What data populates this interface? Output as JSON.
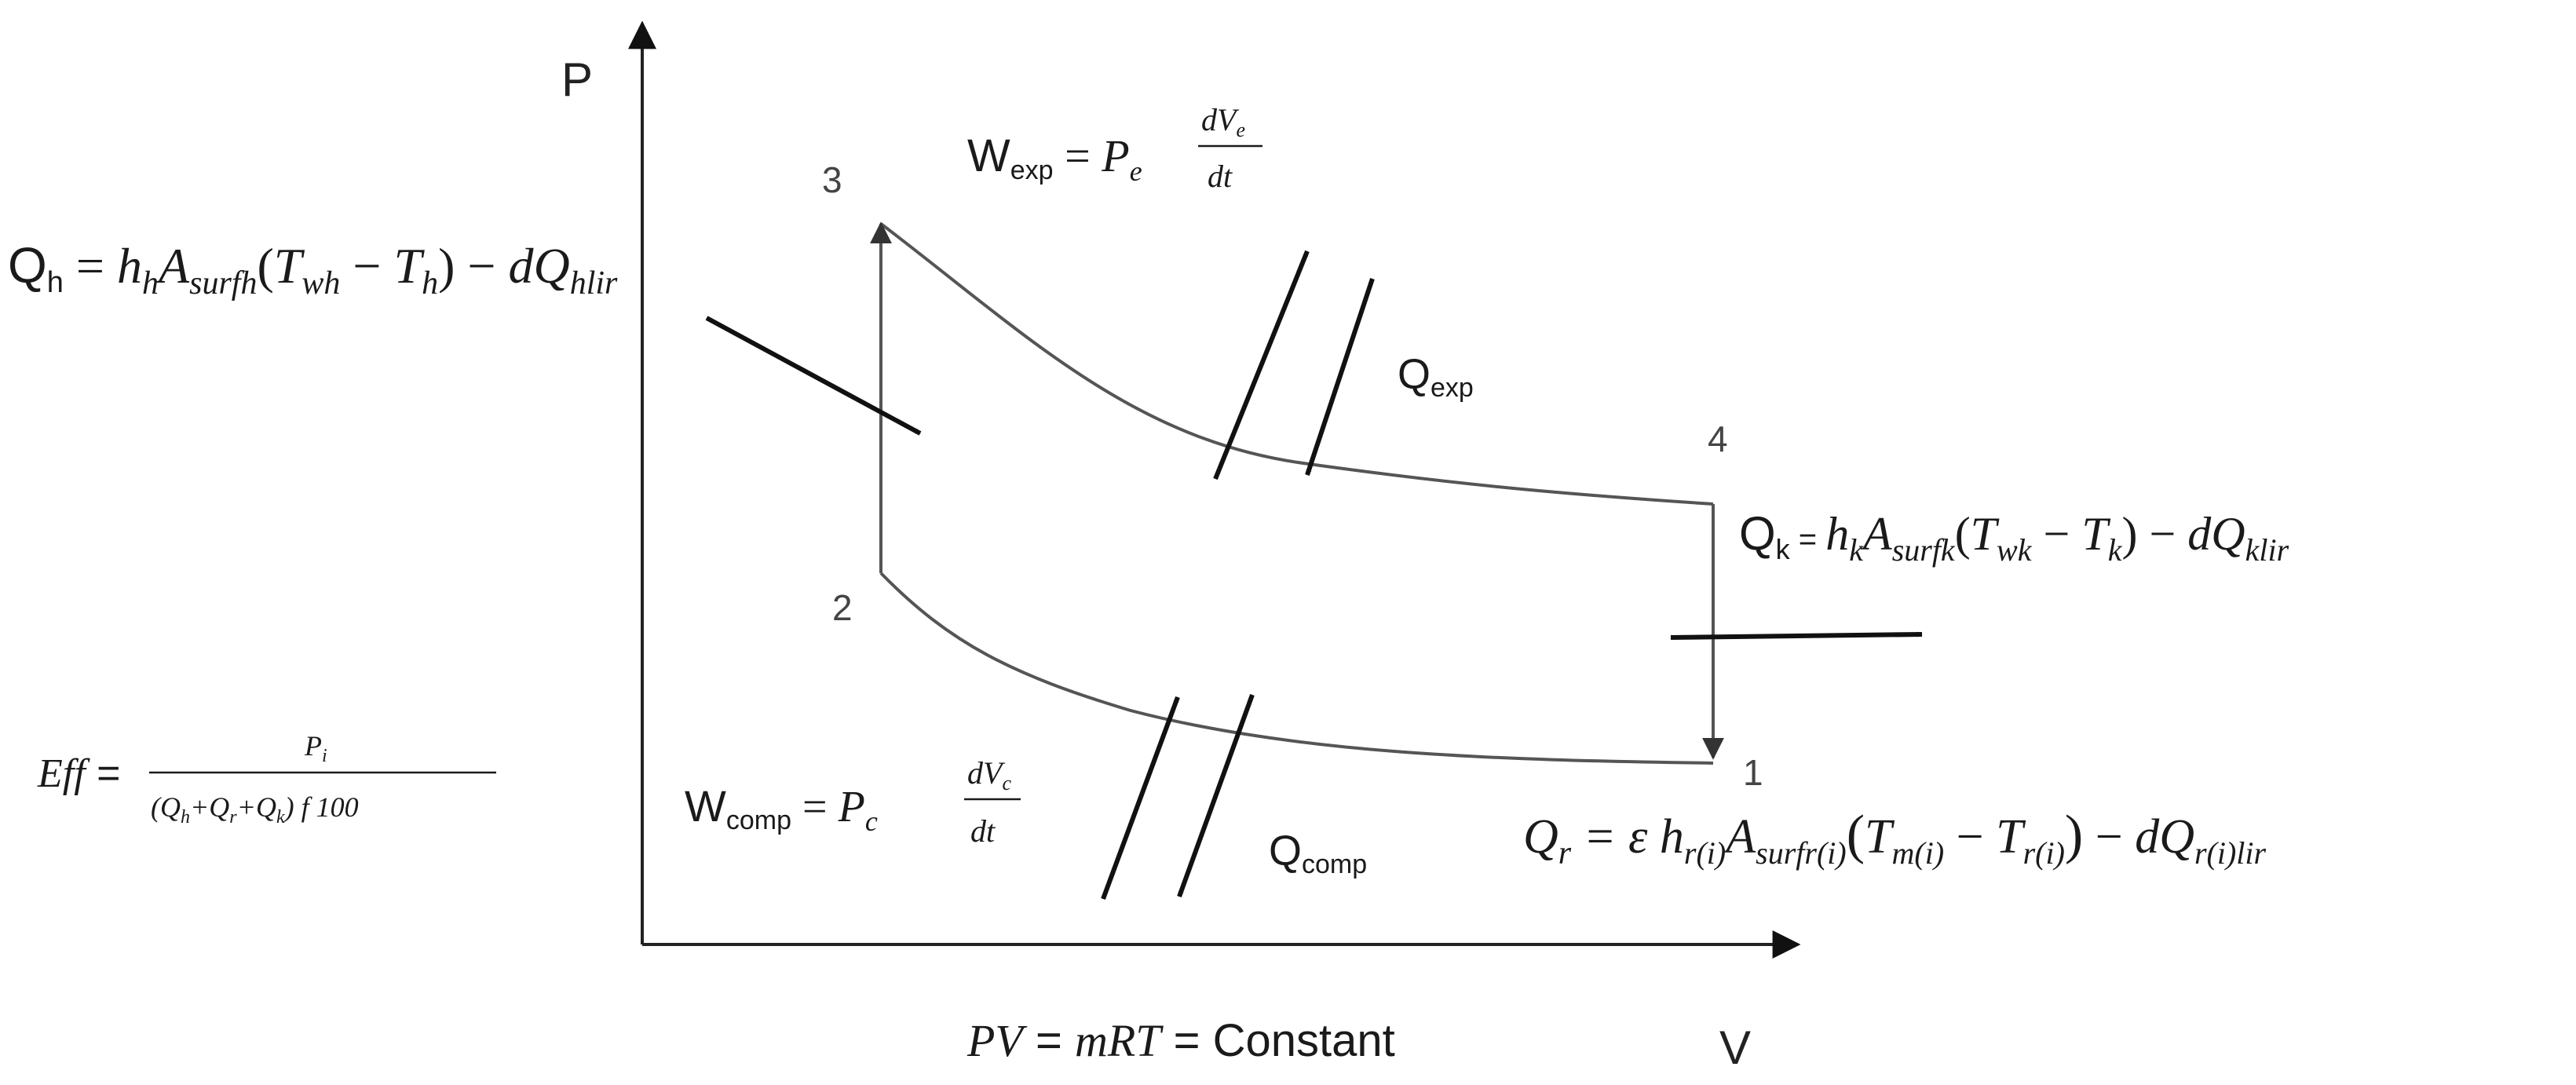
{
  "axes": {
    "y_label": "P",
    "x_label": "V"
  },
  "points": {
    "p1": "1",
    "p2": "2",
    "p3": "3",
    "p4": "4"
  },
  "equations": {
    "q_h": {
      "lhs": "Q",
      "lhs_sub": "h",
      "eq": " = ",
      "h": "h",
      "h_sub": "h",
      "a": "A",
      "a_sub": "surfh",
      "open": "(",
      "t1": "T",
      "t1_sub": "wh",
      "minus": " − ",
      "t2": "T",
      "t2_sub": "h",
      "close": ")",
      "minus2": " − ",
      "dq": "dQ",
      "dq_sub": "hlir"
    },
    "w_exp": {
      "lhs": "W",
      "lhs_sub": "exp",
      "eq": " = ",
      "p": "P",
      "p_sub": "e",
      "num": "dV",
      "num_sub": "e",
      "den": "dt"
    },
    "q_exp": {
      "lhs": "Q",
      "lhs_sub": "exp"
    },
    "q_k": {
      "lhs": "Q",
      "lhs_sub": "k",
      "eq": " = ",
      "h": "h",
      "h_sub": "k",
      "a": "A",
      "a_sub": "surfk",
      "open": "(",
      "t1": "T",
      "t1_sub": "wk",
      "minus": " − ",
      "t2": "T",
      "t2_sub": "k",
      "close": ")",
      "minus2": " − ",
      "dq": "dQ",
      "dq_sub": "klir"
    },
    "w_comp": {
      "lhs": "W",
      "lhs_sub": "comp",
      "eq": " = ",
      "p": "P",
      "p_sub": "c",
      "num": "dV",
      "num_sub": "c",
      "den": "dt"
    },
    "q_comp": {
      "lhs": "Q",
      "lhs_sub": "comp"
    },
    "q_r": {
      "lhs": "Q",
      "lhs_sub": "r",
      "eq": " = ε ",
      "h": "h",
      "h_sub": "r(i)",
      "a": "A",
      "a_sub": "surfr(i)",
      "open": "(",
      "t1": "T",
      "t1_sub": "m(i)",
      "minus": " − ",
      "t2": "T",
      "t2_sub": "r(i)",
      "close": ")",
      "minus2": " − ",
      "dq": "dQ",
      "dq_sub": "r(i)lir"
    },
    "eff": {
      "lhs": "Eff",
      "eq": " = ",
      "num": "P",
      "num_sub": "i",
      "den_open": "(",
      "den_q1": "Q",
      "den_q1_sub": "h",
      "den_plus1": "+",
      "den_q2": "Q",
      "den_q2_sub": "r",
      "den_plus2": "+",
      "den_q3": "Q",
      "den_q3_sub": "k",
      "den_close": ")",
      "den_tail": " f 100"
    },
    "ideal_gas": {
      "pv": "PV",
      "eq1": " = ",
      "mrt": "mRT",
      "eq2": " = Constant"
    }
  }
}
